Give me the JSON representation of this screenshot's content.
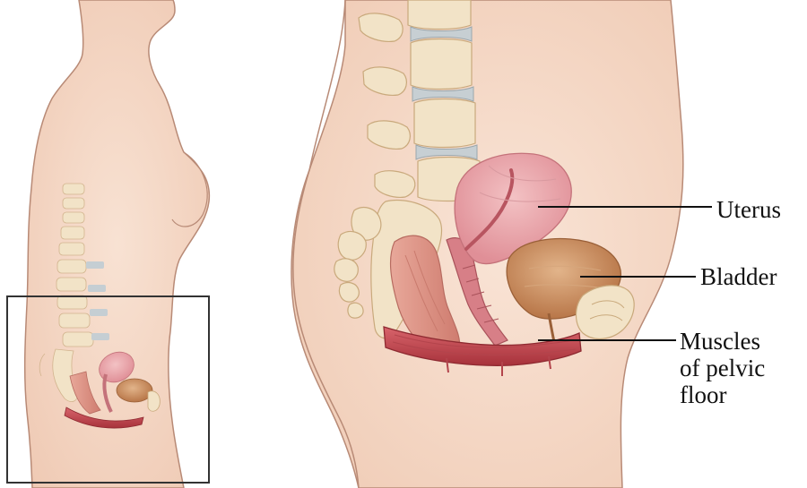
{
  "labels": {
    "uterus": "Uterus",
    "bladder": "Bladder",
    "muscles": "Muscles\nof pelvic\nfloor"
  },
  "colors": {
    "skin": "#f5d8c6",
    "skin_outline": "#b88a76",
    "bone": "#f0dfbf",
    "bone_outline": "#c9a97c",
    "disc": "#c7cfd3",
    "uterus": "#e8a1a6",
    "bladder": "#c98f62",
    "muscle": "#c4464f",
    "rectum": "#d98c7f",
    "leader_line": "#111111",
    "inset_box": "#333333"
  }
}
